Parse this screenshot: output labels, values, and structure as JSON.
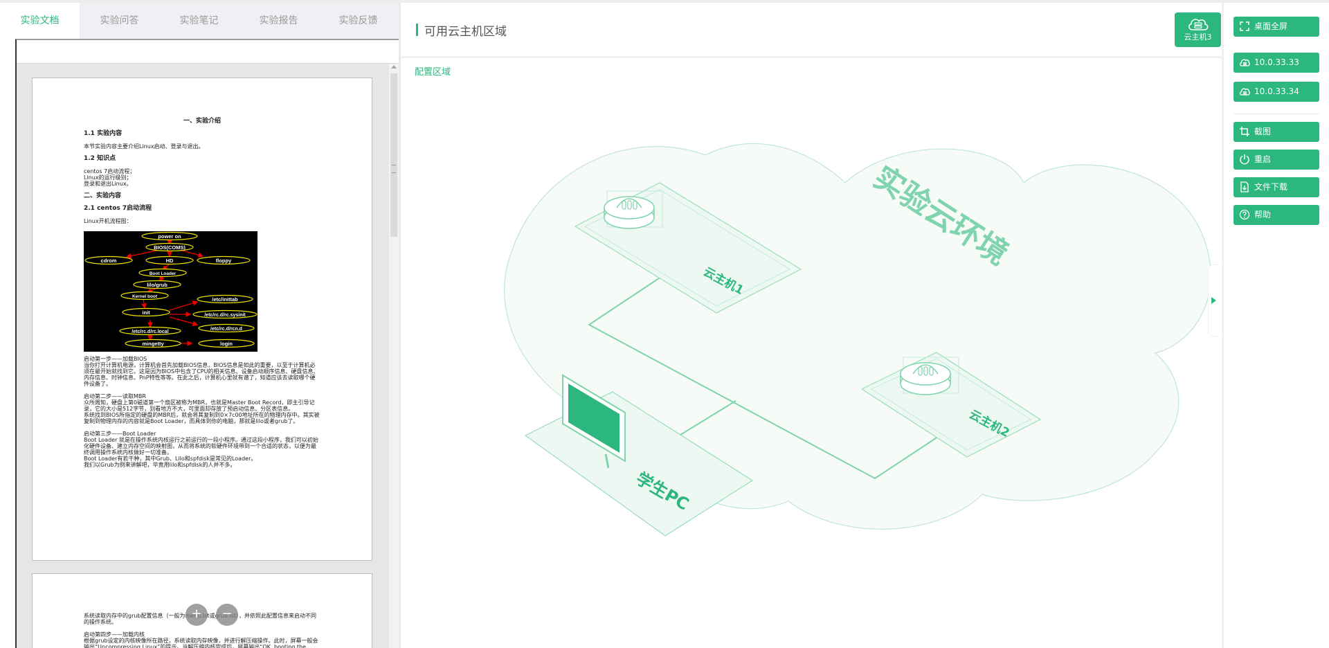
{
  "tabs": [
    {
      "label": "实验文档",
      "active": true
    },
    {
      "label": "实验问答",
      "active": false
    },
    {
      "label": "实验笔记",
      "active": false
    },
    {
      "label": "实验报告",
      "active": false
    },
    {
      "label": "实验反馈",
      "active": false
    }
  ],
  "document": {
    "title": "一、实验介绍",
    "s1_heading": "1.1 实验内容",
    "s1_text": "本节实验内容主要介绍Linux启动、登录与退出。",
    "s2_heading": "1.2 知识点",
    "s2_items": [
      "centos 7启动流程；",
      "Linux的运行级别；",
      "登录和退出Linux。"
    ],
    "s3_heading": "二、实验内容",
    "s4_heading": "2.1 centos 7启动流程",
    "s4_text": "Linux开机流程图：",
    "flowchart_nodes": [
      "power on",
      "BIOS(COMS)",
      "cdrom",
      "HD",
      "floppy",
      "Boot Loader",
      "lilo/grub",
      "Kernel boot",
      "init",
      "/etc/inittab",
      "/etc/rc.d/rc.sysinit",
      "/etc/rc.d/rcn.d",
      "/etc/rc.d/rc.local",
      "mingetty",
      "login"
    ],
    "step1": [
      "启动第一步——加载BIOS",
      "当你打开计算机电源，计算机会首先加载BIOS信息，BIOS信息是如此的重要，以至于计算机必须在最开始就找到它。这是因为BIOS中包含了CPU的相关信息、设备启动顺序信息、硬盘信息、内存信息、时钟信息、PnP特性等等。在此之后，计算机心里就有谱了，知道应该去读取哪个硬件设备了。"
    ],
    "step2": [
      "启动第二步——读取MBR",
      "众所周知，硬盘上第0磁道第一个扇区被称为MBR，也就是Master Boot Record，即主引导记录，它的大小是512字节，别看地方不大，可里面却存放了预启动信息、分区表信息。",
      "系统找到BIOS所指定的硬盘的MBR后，就会将其复制到0×7c00地址所在的物理内存中。其实被复制到物理内存的内容就是Boot Loader，而具体到你的电脑，那就是lilo或者grub了。"
    ],
    "step3": [
      "启动第三步——Boot Loader",
      "Boot Loader 就是在操作系统内核运行之前运行的一段小程序。通过这段小程序，我们可以初始化硬件设备、建立内存空间的映射图，从而将系统的软硬件环境带到一个合适的状态，以便为最终调用操作系统内核做好一切准备。",
      "Boot Loader有若干种，其中Grub、Lilo和spfdisk是常见的Loader。",
      "我们以Grub为例来讲解吧，毕竟用lilo和spfdisk的人并不多。"
    ],
    "page2_text": [
      "系统读取内存中的grub配置信息（一般为menu.lst或grub.lst），并依照此配置信息来启动不同的操作系统。",
      "启动第四步——加载内核",
      "根据grub设定的内核映像所在路径，系统读取内存映像，并进行解压缩操作。此时，屏幕一般会输出“Uncompressing Linux”的提示。当解压缩内核完成后，屏幕输出“OK, booting the kernel”。"
    ]
  },
  "float_buttons": {
    "zoom_in": "+",
    "zoom_out": "−"
  },
  "main": {
    "title": "可用云主机区域",
    "config_label": "配置区域",
    "cloud_button": "云主机3"
  },
  "diagram": {
    "title": "实验云环境",
    "host1": "云主机1",
    "host2": "云主机2",
    "pc": "学生PC"
  },
  "right_panel": {
    "fullscreen": "桌面全屏",
    "ip1": "10.0.33.33",
    "ip2": "10.0.33.34",
    "screenshot": "截图",
    "restart": "重启",
    "download": "文件下载",
    "help": "帮助"
  },
  "colors": {
    "accent": "#2bb77d",
    "diagram_line": "#7fd3ad",
    "diagram_fill": "#f6fbf8"
  }
}
